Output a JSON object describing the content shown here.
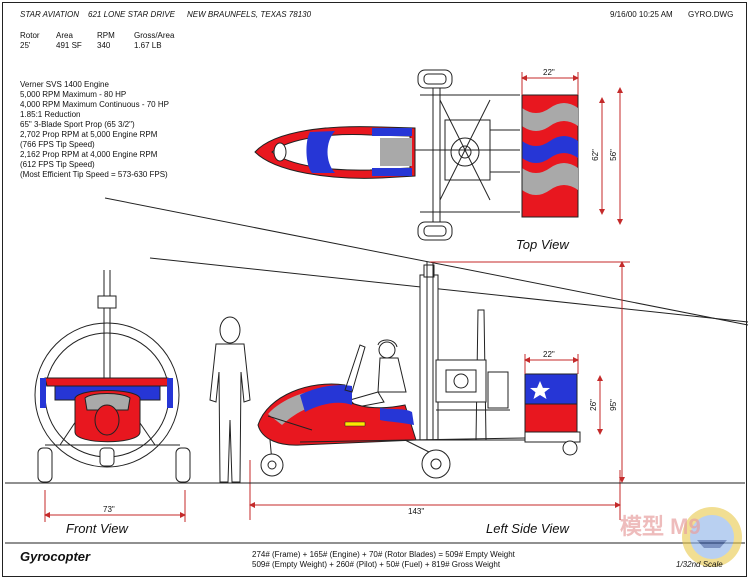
{
  "header": {
    "company": "STAR AVIATION",
    "address": "621 LONE STAR DRIVE",
    "city": "NEW BRAUNFELS, TEXAS  78130",
    "timestamp": "9/16/00  10:25 AM",
    "filename": "GYRO.DWG"
  },
  "specs": {
    "columns": [
      "Rotor",
      "Area",
      "RPM",
      "Gross/Area"
    ],
    "values": [
      "25'",
      "491 SF",
      "340",
      "1.67 LB"
    ]
  },
  "engine_notes": [
    "Verner SVS 1400 Engine",
    "5,000 RPM Maximum - 80 HP",
    "4,000 RPM Maximum Continuous - 70 HP",
    "1.85:1 Reduction",
    "65\" 3-Blade Sport Prop (65 3/2\")",
    "2,702 Prop RPM at 5,000 Engine RPM",
    "(766 FPS Tip Speed)",
    "2,162 Prop RPM at 4,000 Engine RPM",
    "(612 FPS Tip Speed)",
    "(Most Efficient Tip Speed = 573-630 FPS)"
  ],
  "dimensions": {
    "top_width": "22\"",
    "top_inner": "62\"",
    "top_outer": "56\"",
    "side_width": "22\"",
    "side_tail": "26\"",
    "side_height": "95\"",
    "front_track": "73\"",
    "side_length": "143\""
  },
  "views": {
    "top": "Top View",
    "front": "Front View",
    "side": "Left Side View"
  },
  "drawing_title": "Gyrocopter",
  "weights": [
    "274# (Frame) + 165# (Engine) + 70# (Rotor Blades) = 509# Empty Weight",
    "509# (Empty Weight) + 260# (Pilot) + 50# (Fuel) + 819# Gross Weight"
  ],
  "scale": "1/32nd Scale",
  "watermark": "模型 M9",
  "colors": {
    "red": "#e8171f",
    "blue": "#2636d6",
    "gray": "#a9a9a9",
    "dim_line": "#c42a2a",
    "ink": "#111111"
  }
}
